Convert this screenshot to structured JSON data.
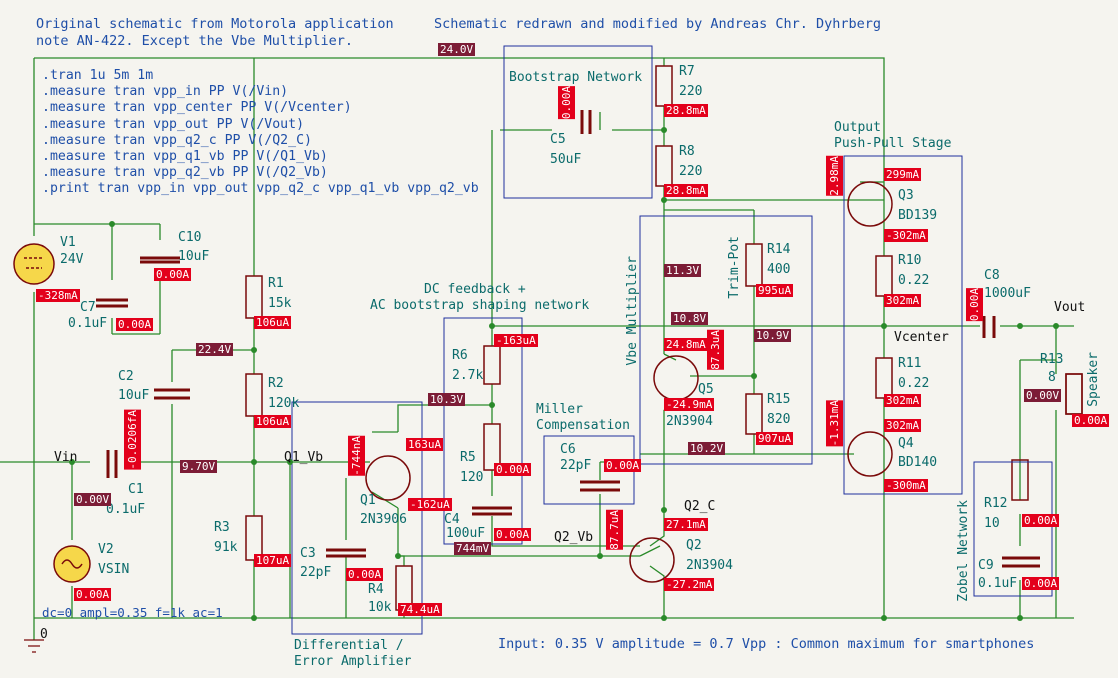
{
  "notes": {
    "origin_line1": "Original schematic from Motorola application",
    "origin_line2": "note AN-422. Except the Vbe Multiplier.",
    "redrawn": "Schematic redrawn and modified by Andreas Chr. Dyhrberg",
    "footer": "Input: 0.35 V amplitude = 0.7 Vpp : Common maximum for smartphones"
  },
  "spice": [
    ".tran 1u 5m 1m",
    ".measure tran vpp_in PP V(/Vin)",
    ".measure tran vpp_center PP V(/Vcenter)",
    ".measure tran vpp_out PP V(/Vout)",
    ".measure tran vpp_q2_c PP V(/Q2_C)",
    ".measure tran vpp_q1_vb PP V(/Q1_Vb)",
    ".measure tran vpp_q2_vb PP V(/Q2_Vb)",
    ".print tran vpp_in vpp_out vpp_q2_c vpp_q1_vb vpp_q2_vb"
  ],
  "blocks": {
    "bootstrap": "Bootstrap Network",
    "output_1": "Output",
    "output_2": "Push-Pull Stage",
    "dc_fb_1": "DC feedback +",
    "dc_fb_2": "AC bootstrap shaping network",
    "vbe": "Vbe Multiplier",
    "trim": "Trim-Pot",
    "miller_1": "Miller",
    "miller_2": "Compensation",
    "diff_1": "Differential /",
    "diff_2": "Error Amplifier",
    "zobel": "Zobel Network"
  },
  "components": {
    "v1_ref": "V1",
    "v1_val": "24V",
    "c10_ref": "C10",
    "c10_val": "10uF",
    "c7_ref": "C7",
    "c7_val": "0.1uF",
    "r1_ref": "R1",
    "r1_val": "15k",
    "r2_ref": "R2",
    "r2_val": "120k",
    "r3_ref": "R3",
    "r3_val": "91k",
    "c2_ref": "C2",
    "c2_val": "10uF",
    "c1_ref": "C1",
    "c1_val": "0.1uF",
    "v2_ref": "V2",
    "v2_val": "VSIN",
    "v2_params": "dc=0 ampl=0.35 f=1k ac=1",
    "c3_ref": "C3",
    "c3_val": "22pF",
    "q1_ref": "Q1",
    "q1_val": "2N3906",
    "r4_ref": "R4",
    "r4_val": "10k",
    "r6_ref": "R6",
    "r6_val": "2.7k",
    "r5_ref": "R5",
    "r5_val": "120",
    "c4_ref": "C4",
    "c4_val": "100uF",
    "c5_ref": "C5",
    "c5_val": "50uF",
    "r7_ref": "R7",
    "r7_val": "220",
    "r8_ref": "R8",
    "r8_val": "220",
    "c6_ref": "C6",
    "c6_val": "22pF",
    "q2_ref": "Q2",
    "q2_val": "2N3904",
    "q5_ref": "Q5",
    "q5_val": "2N3904",
    "r14_ref": "R14",
    "r14_val": "400",
    "r15_ref": "R15",
    "r15_val": "820",
    "q3_ref": "Q3",
    "q3_val": "BD139",
    "q4_ref": "Q4",
    "q4_val": "BD140",
    "r10_ref": "R10",
    "r10_val": "0.22",
    "r11_ref": "R11",
    "r11_val": "0.22",
    "c8_ref": "C8",
    "c8_val": "1000uF",
    "r13_ref": "R13",
    "r13_val": "8",
    "speaker": "Speaker",
    "r12_ref": "R12",
    "r12_val": "10",
    "c9_ref": "C9",
    "c9_val": "0.1uF"
  },
  "nets": {
    "vin": "Vin",
    "q1_vb": "Q1_Vb",
    "q2_vb": "Q2_Vb",
    "q2_c": "Q2_C",
    "vcenter": "Vcenter",
    "vout": "Vout",
    "gnd": "0"
  },
  "probes": {
    "v_24": "24.0V",
    "v_224": "22.4V",
    "v_970": "9.70V",
    "v_0": "0.00V",
    "v_103": "10.3V",
    "v_744m": "744mV",
    "v_113": "11.3V",
    "v_108": "10.8V",
    "v_109": "10.9V",
    "v_102": "10.2V",
    "v_out0": "0.00V",
    "i_v1": "-328mA",
    "i_c10": "0.00A",
    "i_c7": "0.00A",
    "i_r1": "106uA",
    "i_r2": "106uA",
    "i_r3": "107uA",
    "i_c1": "-0.0206fA",
    "i_v2": "0.00A",
    "i_c3": "0.00A",
    "i_q1b": "-744nA",
    "i_q1e": "163uA",
    "i_q1c": "-162uA",
    "i_r4": "74.4uA",
    "i_r6": "-163uA",
    "i_r5": "0.00A",
    "i_c4": "0.00A",
    "i_c5": "0.00A",
    "i_r7": "28.8mA",
    "i_r8": "28.8mA",
    "i_c6": "0.00A",
    "i_q2b": "87.7uA",
    "i_q2c": "27.1mA",
    "i_q2e": "-27.2mA",
    "i_q5c": "24.8mA",
    "i_q5b": "87.3uA",
    "i_q5e": "-24.9mA",
    "i_r14": "995uA",
    "i_r15": "907uA",
    "i_q3b": "2.98mA",
    "i_q3c": "299mA",
    "i_q3e": "-302mA",
    "i_r10": "302mA",
    "i_r11": "302mA",
    "i_q4e": "302mA",
    "i_q4b": "-1.31mA",
    "i_q4c": "-300mA",
    "i_c8": "0.00A",
    "i_r13": "0.00A",
    "i_r12": "0.00A",
    "i_c9": "0.00A"
  }
}
